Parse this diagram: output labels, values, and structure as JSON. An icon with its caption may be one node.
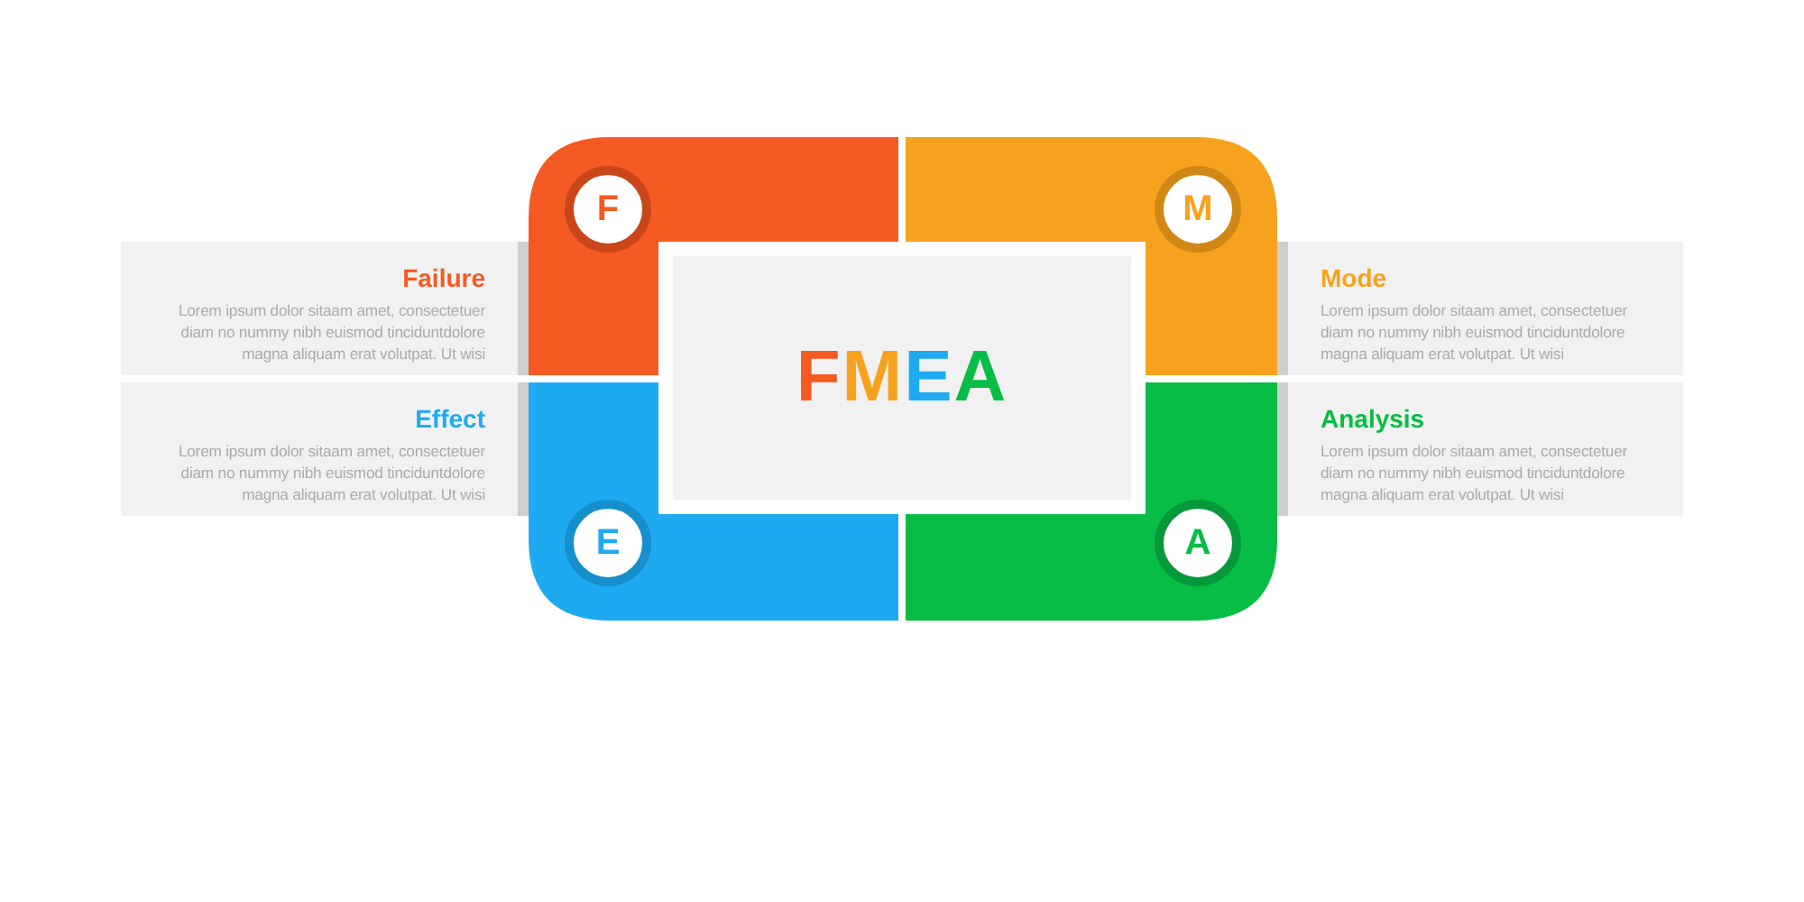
{
  "diagram": {
    "nodes": [
      {
        "text": [
          "FMEA"
        ]
      },
      {
        "text": [],
        "shape": "box"
      },
      {
        "text": [
          "F"
        ],
        "in": 1
      },
      {
        "text": [],
        "shape": "box"
      },
      {
        "text": [
          "M"
        ],
        "in": 3
      },
      {
        "text": [],
        "shape": "box"
      },
      {
        "text": [
          "E"
        ],
        "in": 5
      },
      {
        "text": [],
        "shape": "box"
      },
      {
        "text": [
          "A"
        ],
        "in": 7
      },
      {
        "text": [
          "Failure",
          "Lorem ipsum dolor sitaam amet, consectetuer diam no nummy nibh euismod tinciduntdolore magna aliquam erat volutpat. Ut wisi"
        ]
      },
      {
        "text": [
          "Mode",
          "Lorem ipsum dolor sitaam amet, consectetuer diam no nummy nibh euismod tinciduntdolore magna aliquam erat volutpat. Ut wisi"
        ]
      },
      {
        "text": [
          "Effect",
          "Lorem ipsum dolor sitaam amet, consectetuer diam no nummy nibh euismod tinciduntdolore magna aliquam erat volutpat. Ut wisi"
        ]
      },
      {
        "text": [
          "Analysis",
          "Lorem ipsum dolor sitaam amet, consectetuer diam no nummy nibh euismod tinciduntdolore magna aliquam erat volutpat. Ut wisi"
        ]
      }
    ],
    "edges": []
  }
}
